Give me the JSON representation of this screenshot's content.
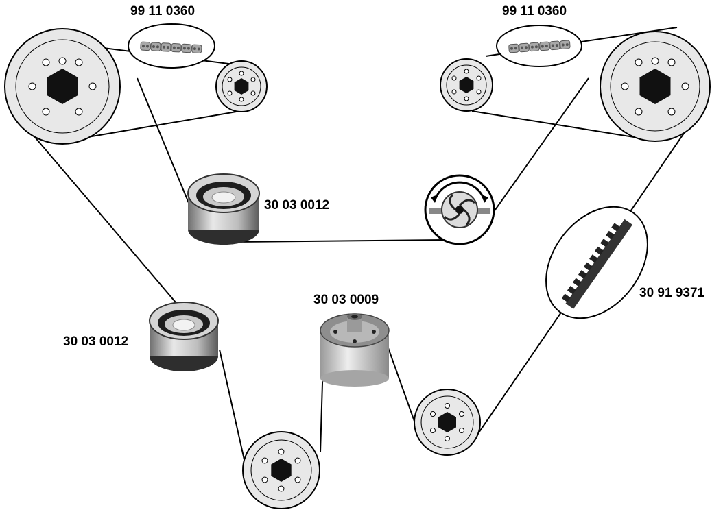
{
  "labels": {
    "chain_left": "99 11 0360",
    "chain_right": "99 11 0360",
    "idler_upper": "30 03 0012",
    "idler_lower": "30 03 0012",
    "tensioner": "30 03 0009",
    "belt": "30 91 9371"
  },
  "colors": {
    "line": "#000000",
    "pulley_fill": "#e6e6e6",
    "hub": "#111111",
    "roller_light": "#d9d9d9",
    "roller_dark": "#3a3a3a"
  }
}
